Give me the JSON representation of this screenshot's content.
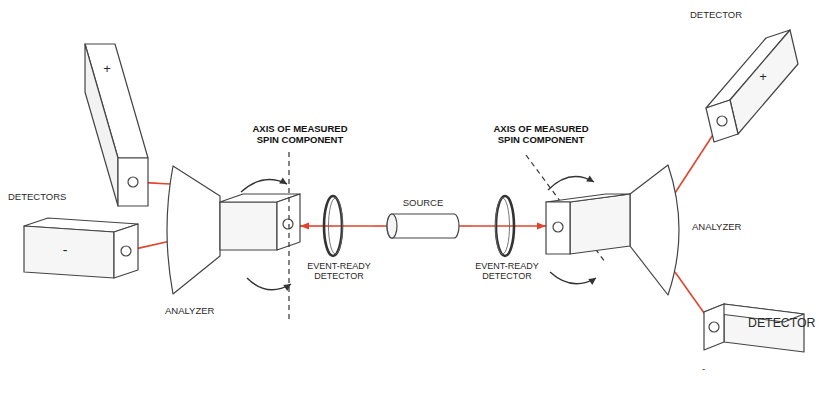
{
  "diagram": {
    "nodes": [
      {
        "text": [
          "+"
        ]
      },
      {
        "text": [
          "-"
        ]
      },
      {
        "text": [
          "ANALYZER"
        ]
      },
      {
        "text": [
          "EVENT-READY DETECTOR"
        ]
      },
      {
        "text": [
          "SOURCE"
        ]
      },
      {
        "text": [
          "EVENT-READY DETECTOR"
        ]
      },
      {
        "text": [
          "ANALYZER"
        ]
      },
      {
        "text": [
          "DETECTOR",
          "+"
        ]
      },
      {
        "text": [
          "DETECTOR",
          "-"
        ]
      }
    ],
    "edges": [
      {
        "from": 4,
        "to": 3,
        "arrow": "none"
      },
      {
        "from": 3,
        "to": 2,
        "arrow": "to"
      },
      {
        "from": 4,
        "to": 5,
        "arrow": "none"
      },
      {
        "from": 5,
        "to": 6,
        "arrow": "to"
      },
      {
        "from": 2,
        "to": 0,
        "arrow": "none"
      },
      {
        "from": 2,
        "to": 1,
        "arrow": "none"
      },
      {
        "from": 6,
        "to": 7,
        "arrow": "none"
      },
      {
        "from": 6,
        "to": 8,
        "arrow": "none"
      }
    ],
    "labels": [
      "DETECTORS",
      "AXIS OF MEASURED SPIN COMPONENT",
      "AXIS OF MEASURED SPIN COMPONENT"
    ]
  }
}
